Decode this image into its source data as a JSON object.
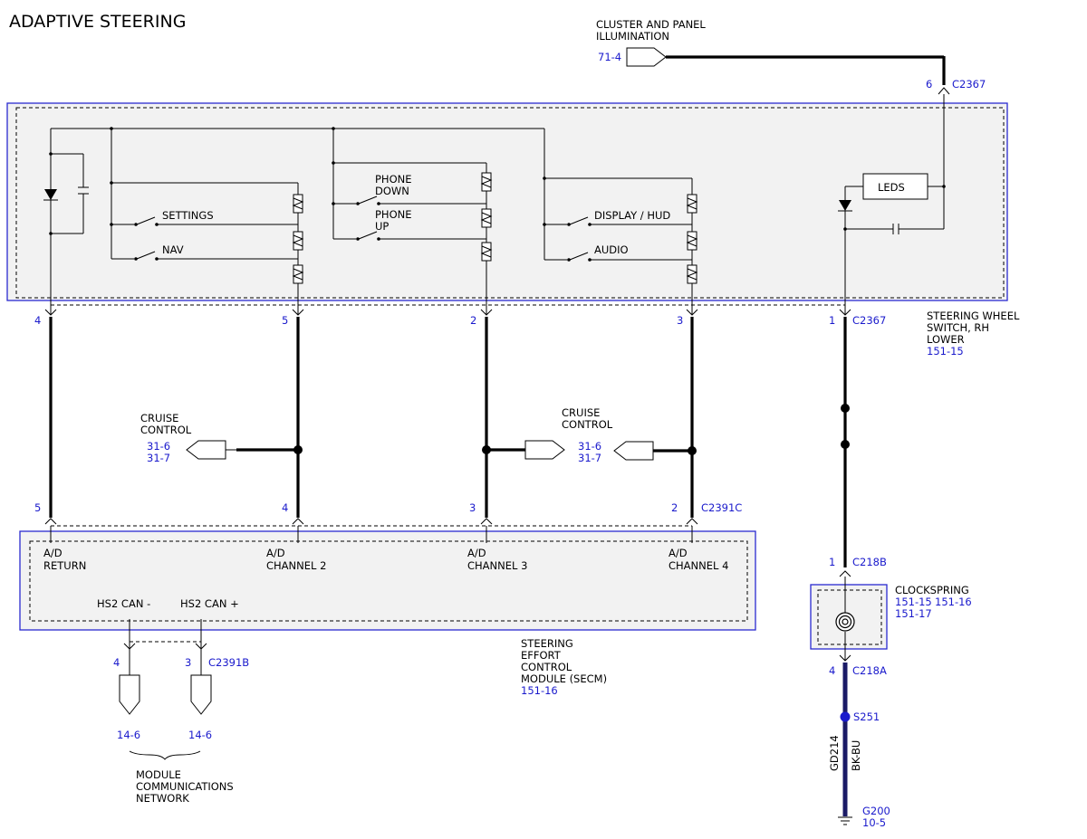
{
  "title": "ADAPTIVE STEERING",
  "top_feed": {
    "label_1": "CLUSTER AND PANEL",
    "label_2": "ILLUMINATION",
    "ref": "71-4"
  },
  "switch_module": {
    "pin_6": "6",
    "connector_top": "C2367",
    "name_1": "STEERING WHEEL",
    "name_2": "SWITCH, RH",
    "name_3": "LOWER",
    "ref": "151-15",
    "switches": {
      "settings": "SETTINGS",
      "nav": "NAV",
      "phone_down_1": "PHONE",
      "phone_down_2": "DOWN",
      "phone_up_1": "PHONE",
      "phone_up_2": "UP",
      "display_hud": "DISPLAY / HUD",
      "audio": "AUDIO"
    },
    "leds": "LEDS",
    "bottom_pins": {
      "p4": "4",
      "p5": "5",
      "p2": "2",
      "p3": "3",
      "p1": "1"
    },
    "connector_bottom": "C2367"
  },
  "cruise_left": {
    "label_1": "CRUISE",
    "label_2": "CONTROL",
    "ref_1": "31-6",
    "ref_2": "31-7"
  },
  "cruise_right": {
    "label_1": "CRUISE",
    "label_2": "CONTROL",
    "ref_1": "31-6",
    "ref_2": "31-7"
  },
  "secm": {
    "top_pins": {
      "p5": "5",
      "p4": "4",
      "p3": "3",
      "p2": "2"
    },
    "connector_top": "C2391C",
    "inputs": {
      "ad_return_1": "A/D",
      "ad_return_2": "RETURN",
      "ch2_1": "A/D",
      "ch2_2": "CHANNEL 2",
      "ch3_1": "A/D",
      "ch3_2": "CHANNEL 3",
      "ch4_1": "A/D",
      "ch4_2": "CHANNEL 4"
    },
    "can_minus": "HS2 CAN -",
    "can_plus": "HS2 CAN +",
    "bottom_pins": {
      "p4": "4",
      "p3": "3"
    },
    "connector_bottom": "C2391B",
    "name_1": "STEERING",
    "name_2": "EFFORT",
    "name_3": "CONTROL",
    "name_4": "MODULE (SECM)",
    "ref": "151-16"
  },
  "network": {
    "ref_left": "14-6",
    "ref_right": "14-6",
    "label_1": "MODULE",
    "label_2": "COMMUNICATIONS",
    "label_3": "NETWORK"
  },
  "clockspring": {
    "pin_top": "1",
    "connector_top": "C218B",
    "name": "CLOCKSPRING",
    "ref_1": "151-15",
    "ref_2": "151-16",
    "ref_3": "151-17",
    "pin_bottom": "4",
    "connector_bottom": "C218A"
  },
  "ground": {
    "splice": "S251",
    "circuit": "GD214",
    "color": "BK-BU",
    "ground_id": "G200",
    "ref": "10-5"
  },
  "colors": {
    "reference_text": "#1a1acc",
    "module_outline": "#2a2ad0",
    "module_fill": "#f2f2f2",
    "ground_wire": "#1a1a66"
  }
}
